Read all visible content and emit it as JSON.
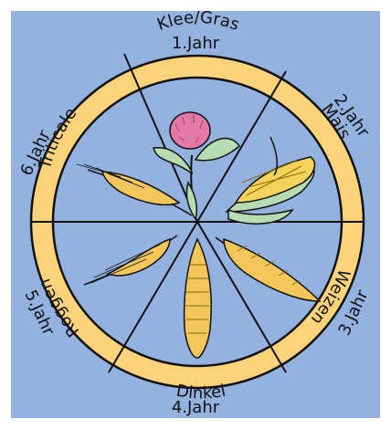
{
  "colors": {
    "background": "#93b2e0",
    "ring": "#fcd27b",
    "outline": "#111111",
    "grain": "#f2c65a",
    "leaf": "#b8dcb2",
    "clover_flower": "#e27aa5",
    "corn": "#f5d35a"
  },
  "rotation": {
    "years": [
      {
        "year": "1.Jahr",
        "crop": "Klee/Gras",
        "icon": "clover-flower-icon"
      },
      {
        "year": "2.Jahr",
        "crop": "Mais",
        "icon": "corn-cob-icon"
      },
      {
        "year": "3.Jahr",
        "crop": "Weizen",
        "icon": "wheat-ear-icon"
      },
      {
        "year": "4.Jahr",
        "crop": "Dinkel",
        "icon": "spelt-ear-icon"
      },
      {
        "year": "5.Jahr",
        "crop": "Roggen",
        "icon": "rye-ear-icon"
      },
      {
        "year": "6.Jahr",
        "crop": "Triticale",
        "icon": "triticale-ear-icon"
      }
    ]
  }
}
